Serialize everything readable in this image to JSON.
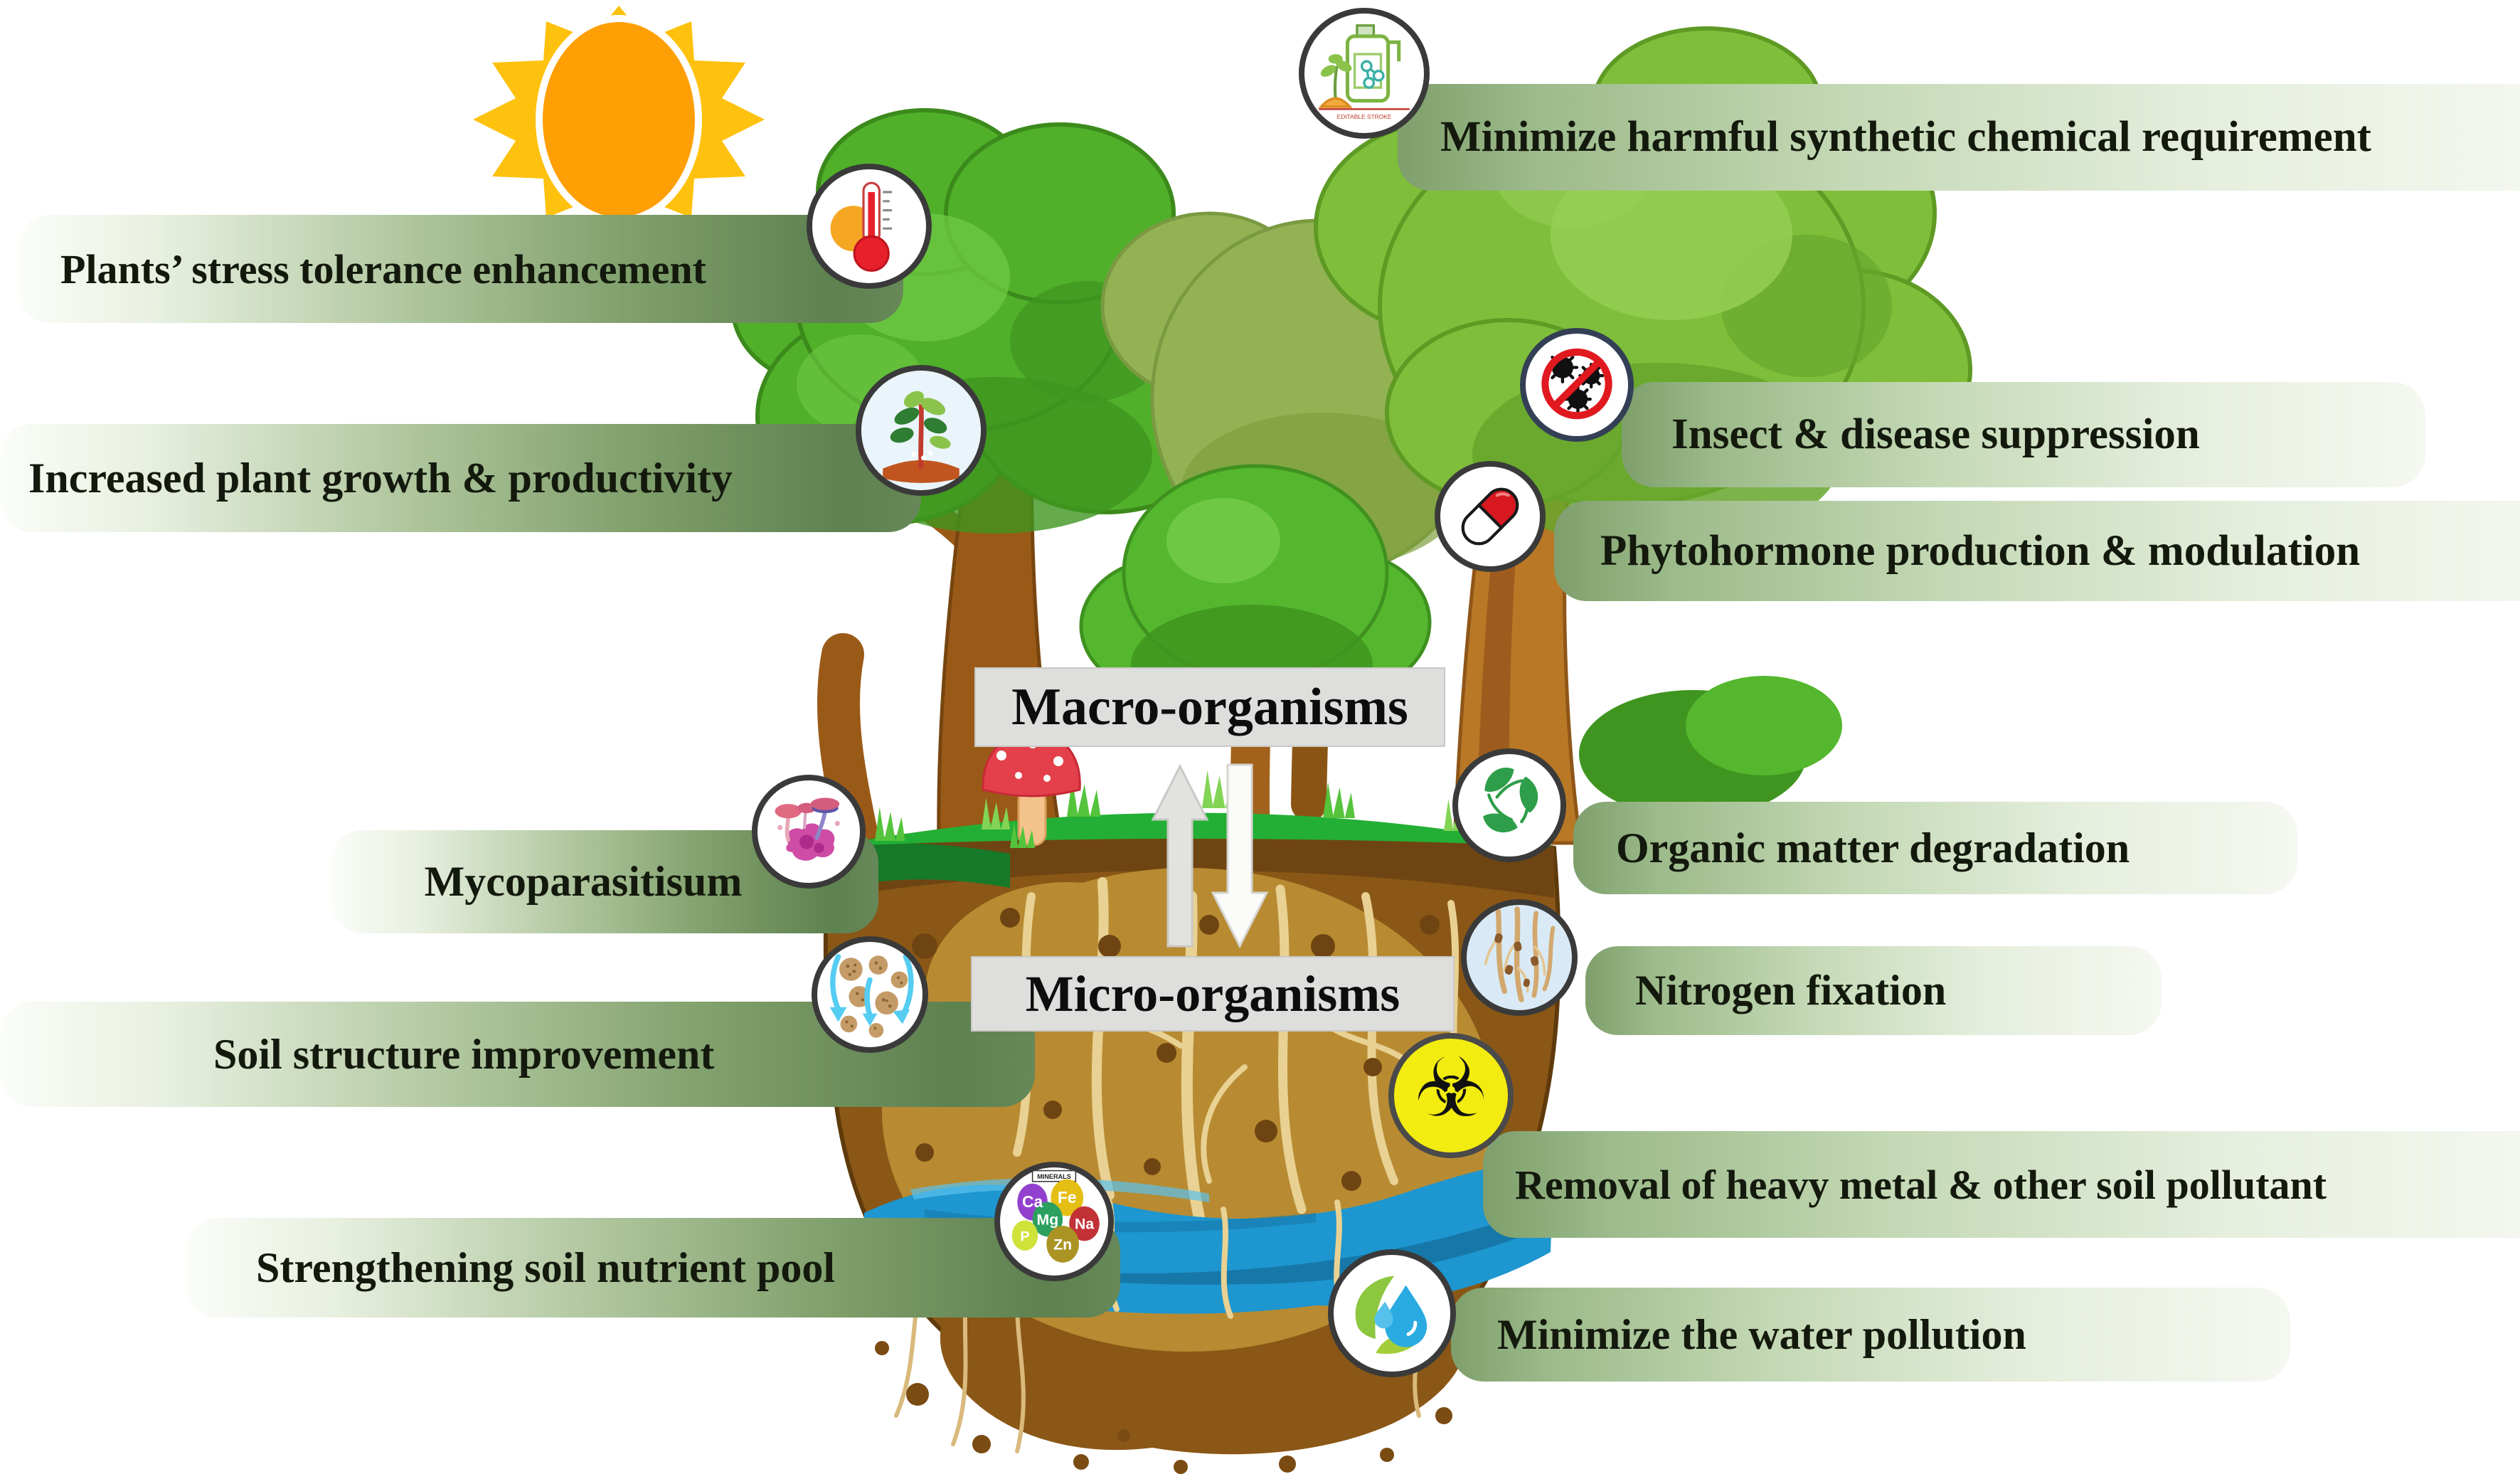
{
  "figure": {
    "center_labels": {
      "macro": "Macro-organisms",
      "micro": "Micro-organisms"
    },
    "benefits_left": [
      {
        "label": "Plants’ stress tolerance enhancement",
        "icon": "thermometer-sun"
      },
      {
        "label": "Increased plant growth & productivity",
        "icon": "growing-plant"
      },
      {
        "label": "Mycoparasitisum",
        "icon": "fungus-mushrooms"
      },
      {
        "label": "Soil structure improvement",
        "icon": "soil-aggregates-water"
      },
      {
        "label": "Strengthening soil nutrient pool",
        "icon": "mineral-elements"
      }
    ],
    "benefits_right": [
      {
        "label": "Minimize harmful synthetic chemical requirement",
        "icon": "chemical-jug-plant"
      },
      {
        "label": "Insect & disease suppression",
        "icon": "no-virus"
      },
      {
        "label": "Phytohormone production & modulation",
        "icon": "capsule-pill"
      },
      {
        "label": "Organic matter degradation",
        "icon": "recycling-leaves"
      },
      {
        "label": "Nitrogen fixation",
        "icon": "root-nodules"
      },
      {
        "label": "Removal of heavy metal & other soil pollutant",
        "icon": "biohazard"
      },
      {
        "label": "Minimize the water pollution",
        "icon": "water-drop-leaf"
      }
    ],
    "minerals_icon": {
      "title": "MINERALS",
      "elements": [
        "Ca",
        "Fe",
        "Mg",
        "Na",
        "Zn",
        "P"
      ]
    },
    "chemical_icon_caption": "EDITABLE STROKE",
    "biohazard_glyph": "☣",
    "colors": {
      "bar_green_dark": "#5E8150",
      "bar_green_light": "#F5F8F1",
      "label_text": "#14190D",
      "sun_yellow": "#FEC10D",
      "sun_orange": "#FF9F06",
      "canopy_green": "#50B02A",
      "canopy_yellow_green": "#7FBE3A",
      "trunk_brown": "#9A5A17",
      "grass_green": "#23AF35",
      "soil_brown": "#8A5716",
      "soil_dark": "#6E4512",
      "root_tan": "#E8D193",
      "water_blue": "#1E96CF",
      "box_gray": "#DEDEDC",
      "prohibition_red": "#E0191F",
      "biohazard_yellow": "#F3EC11"
    }
  }
}
